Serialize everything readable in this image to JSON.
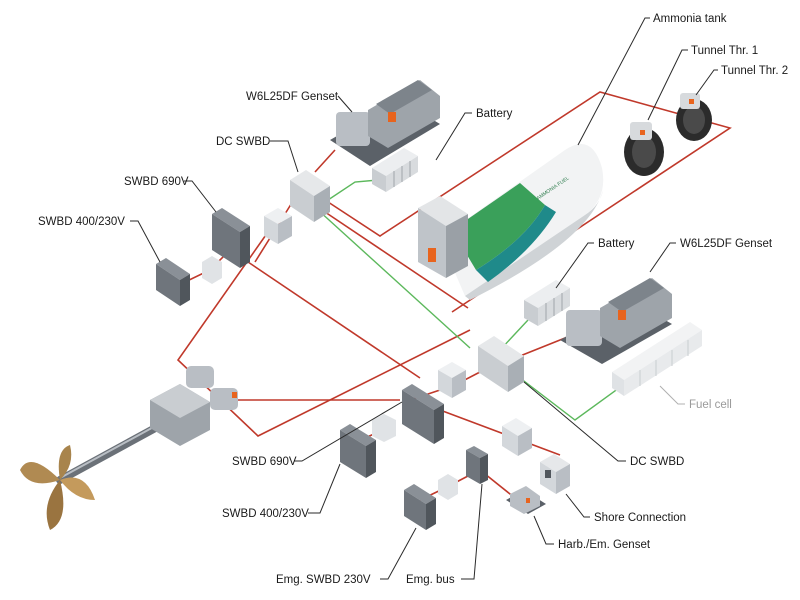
{
  "diagram": {
    "labels": {
      "ammonia_tank": "Ammonia tank",
      "tunnel_thr_1": "Tunnel Thr. 1",
      "tunnel_thr_2": "Tunnel Thr. 2",
      "genset_top": "W6L25DF Genset",
      "battery_top": "Battery",
      "dc_swbd_top": "DC SWBD",
      "swbd_690_top": "SWBD 690V",
      "swbd_400_top": "SWBD 400/230V",
      "battery_right": "Battery",
      "genset_right": "W6L25DF Genset",
      "fuel_cell": "Fuel cell",
      "dc_swbd_bottom": "DC SWBD",
      "swbd_690_bottom": "SWBD 690V",
      "swbd_400_bottom": "SWBD 400/230V",
      "shore_connection": "Shore Connection",
      "harb_em_genset": "Harb./Em. Genset",
      "emg_swbd": "Emg. SWBD 230V",
      "emg_bus": "Emg. bus"
    },
    "tank_text": "AMMONIA FUEL",
    "colors": {
      "ac_line": "#c0392b",
      "dc_line": "#5cb85c",
      "tank_green": "#3aa05a",
      "tank_teal": "#1f8a8a",
      "accent_orange": "#e8641e"
    }
  }
}
